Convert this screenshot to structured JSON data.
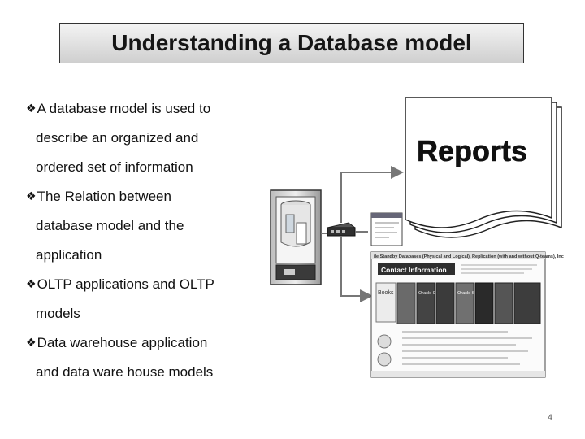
{
  "slide": {
    "title": "Understanding a Database model",
    "page_number": "4"
  },
  "bullets": [
    {
      "lines": [
        "A database model is used to",
        "describe an organized and",
        "ordered set of information"
      ]
    },
    {
      "lines": [
        "The Relation between",
        "database model and the",
        "application"
      ]
    },
    {
      "lines": [
        "OLTP applications and OLTP",
        "models"
      ]
    },
    {
      "lines": [
        "Data warehouse application",
        "and data ware house models"
      ]
    }
  ],
  "diagram": {
    "reports_label": "Reports",
    "web_banner": "ile Standby Databases (Physical and Logical), Replication (with and without Q-teams), Inc",
    "web_contact": "Contact Information",
    "web_books": "Books",
    "web_oracle_1": "Oracle 9i",
    "web_oracle_2": "Oracle SQL"
  }
}
